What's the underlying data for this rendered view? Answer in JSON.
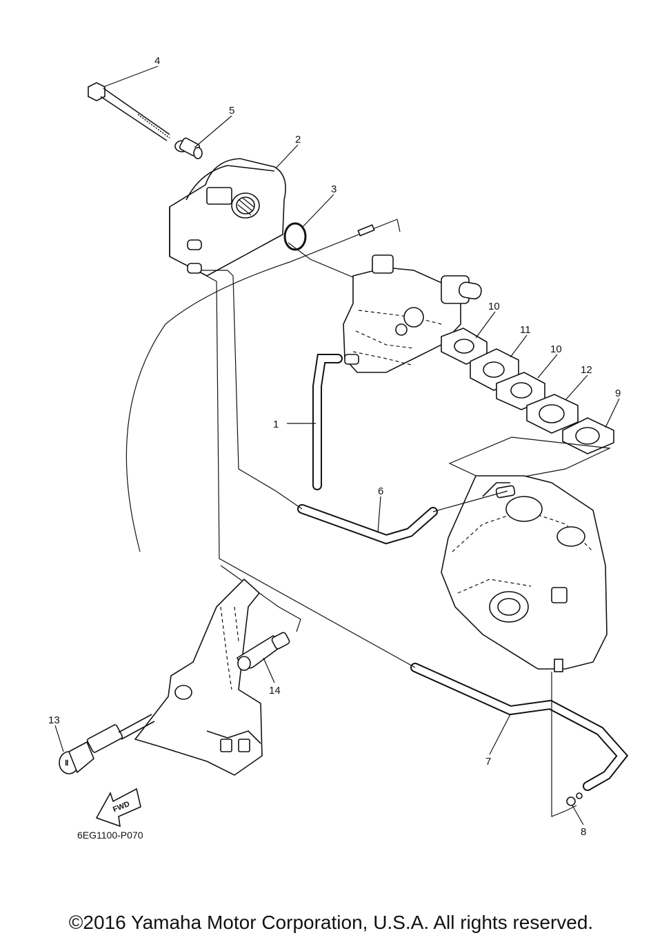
{
  "diagram": {
    "code": "6EG1100-P070",
    "fwd_label": "FWD",
    "callouts": [
      "4",
      "5",
      "2",
      "3",
      "10",
      "11",
      "10",
      "12",
      "9",
      "1",
      "6",
      "14",
      "13",
      "7",
      "8"
    ]
  },
  "copyright": "©2016 Yamaha Motor Corporation, U.S.A. All rights reserved."
}
